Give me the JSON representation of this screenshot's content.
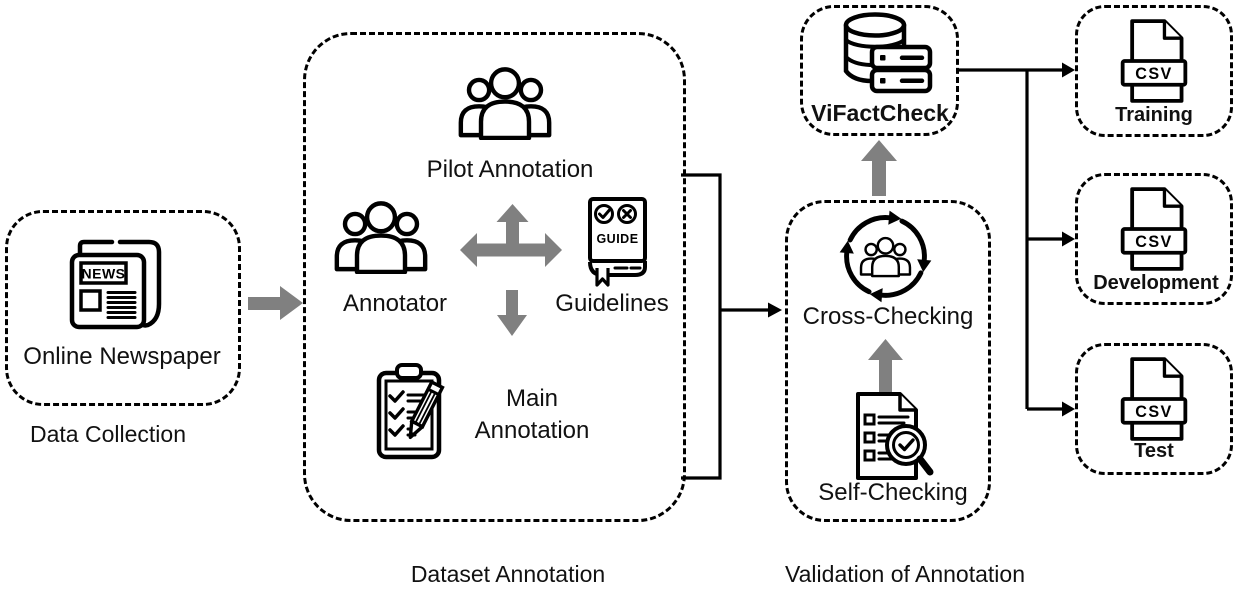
{
  "diagram": {
    "data_collection": {
      "node_label": "Online Newspaper",
      "caption": "Data Collection"
    },
    "dataset_annotation": {
      "caption": "Dataset Annotation",
      "pilot_label": "Pilot Annotation",
      "annotator_label": "Annotator",
      "guidelines_label": "Guidelines",
      "main_label_line1": "Main",
      "main_label_line2": "Annotation"
    },
    "validation": {
      "caption": "Validation of Annotation",
      "cross_label": "Cross-Checking",
      "self_label": "Self-Checking"
    },
    "dataset_node": {
      "label": "ViFactCheck"
    },
    "outputs": [
      {
        "label": "Training"
      },
      {
        "label": "Development"
      },
      {
        "label": "Test"
      }
    ],
    "icon_text": {
      "news": "NEWS",
      "guide": "GUIDE",
      "csv": "CSV"
    },
    "colors": {
      "line": "#000000",
      "arrow_gray": "#808080",
      "background": "#ffffff",
      "text": "#111111"
    }
  }
}
